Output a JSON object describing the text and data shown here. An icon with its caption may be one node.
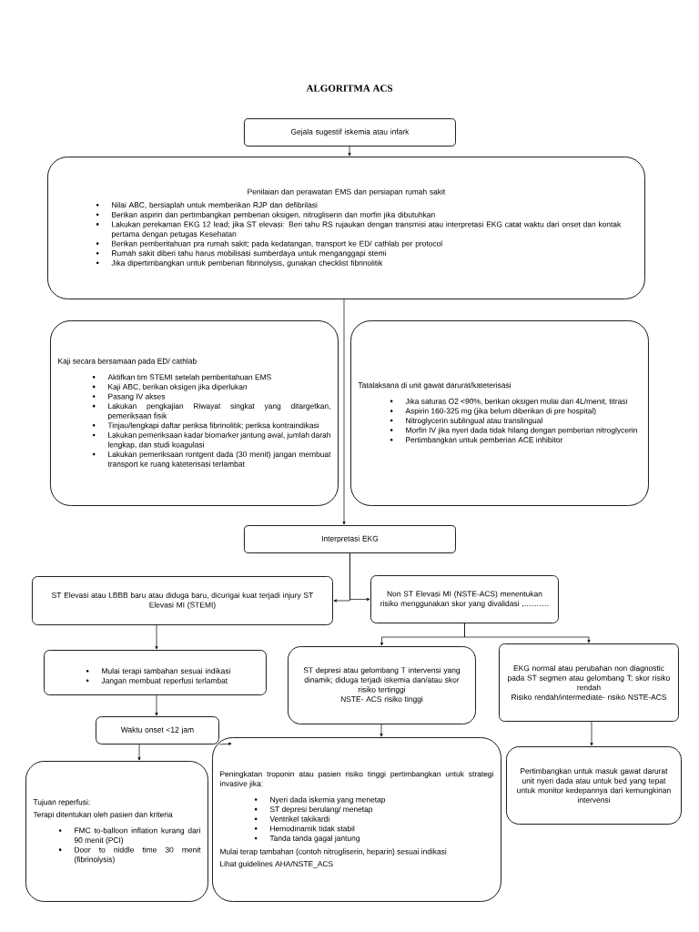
{
  "diagram": {
    "title": "ALGORITMA ACS",
    "nodes": [
      {
        "text": [
          "Gejala sugestif iskemia atau infark"
        ]
      },
      {
        "text": [
          "Penilaian dan perawatan EMS dan persiapan rumah sakit",
          "Nilai ABC, bersiaplah untuk memberikan RJP dan defibrilasi",
          "Berikan aspirin dan pertimbangkan pemberian oksigen, nitrogliserin dan morfin jika dibutuhkan",
          "Lakukan perekaman EKG 12 lead; jika ST elevasi: Beri tahu RS rujaukan dengan transmisi atau interpretasi EKG catat waktu dari onset dan kontak pertama dengan petugas Kesehatan",
          "Berikan pemberitahuan pra rumah sakit; pada kedatangan, transport ke ED/ cathlab per protocol",
          "Rumah sakit diberi tahu harus mobilisasi sumberdaya untuk menganggapi stemi",
          "Jika dipertimbangkan untuk pemberian fibrinolysis, gunakan checklist fibrinolitik"
        ]
      },
      {
        "text": [
          "Kaji secara bersamaan pada ED/ cathlab",
          "Aktifkan tim STEMI setelah pemberitahuan EMS",
          "Kaji ABC, berikan oksigen jika diperlukan",
          "Pasang IV akses",
          "Lakukan pengkajian Riwayat singkat yang ditargetkan, pemeriksaan fisik",
          "Tinjau/lengkapi daftar periksa fibrinolitik; periksa kontraindikasi",
          "Lakukan pemeriksaan kadar biomarker jantung awal, jumlah darah lengkap, dan studi koagulasi",
          "Lakukan pemeriksaan rontgent dada (30 menit) jangan membuat transport ke ruang kateterisasi terlambat"
        ]
      },
      {
        "text": [
          "Tatalaksana di unit gawat darurat/kateterisasi",
          "Jika saturas O2 <90%, berikan oksigen mulai dari 4L/menit, titrasi",
          "Aspirin 160-325 mg (jika belum diberikan di pre hospital)",
          "Nitroglycerin sublingual atau translingual",
          "Morfin IV jika nyeri dada tidak hilang dengan pemberian nitroglycerin",
          "Pertimbangkan untuk pemberian ACE inhibitor"
        ]
      },
      {
        "text": [
          "Interpretasi EKG"
        ]
      },
      {
        "text": [
          "ST Elevasi atau LBBB baru atau diduga baru, dicurigai kuat terjadi injury ST Elevasi MI (STEMI)"
        ]
      },
      {
        "text": [
          "Non ST Elevasi MI (NSTE-ACS) menentukan risiko menggunakan skor yang divalidasi ,………."
        ]
      },
      {
        "text": [
          "Mulai terapi tambahan sesuai indikasi",
          "Jangan membuat reperfusi terlambat"
        ]
      },
      {
        "text": [
          "ST depresi atau gelombang T intervensi yang dinamik; diduga terjadi iskemia dan/atau skor risiko tertinggi",
          "NSTE- ACS risiko tinggi"
        ]
      },
      {
        "text": [
          "EKG normal atau perubahan non diagnostic pada ST segmen atau gelombang T; skor risiko rendah",
          "Risiko rendah/intermediate- risiko NSTE-ACS"
        ]
      },
      {
        "text": [
          "Waktu onset <12 jam"
        ]
      },
      {
        "text": [
          "Tujuan reperfusi:",
          "Terapi ditentukan oleh pasien dan kriteria",
          "FMC to-balloon inflation kurang dari 90 menit (PCI)",
          "Door to niddle time 30 menit (fibrinolysis)"
        ]
      },
      {
        "text": [
          "Peningkatan troponin atau pasien risiko tinggi pertimbangkan untuk strategi invasive jika:",
          "Nyeri dada iskemia yang menetap",
          "ST depresi berulang/ menetap",
          "Ventrikel takikardi",
          "Hemodinamik tidak stabil",
          "Tanda tanda gagal jantung",
          "Mulai terap tambahan (contoh nitrogliserin, heparin) sesuai indikasi",
          "Lihat guidelines AHA/NSTE_ACS"
        ]
      },
      {
        "text": [
          "Pertimbangkan untuk masuk gawat darurat unit nyeri dada atau untuk bed yang tepat untuk monitor kedepannya dari kemungkinan intervensi"
        ]
      }
    ],
    "edges": [
      {
        "from": 0,
        "to": 1,
        "arrow": "to"
      },
      {
        "from": 1,
        "to": 4,
        "arrow": "to"
      },
      {
        "from": 4,
        "to": 5,
        "arrow": "to"
      },
      {
        "from": 4,
        "to": 6,
        "arrow": "to"
      },
      {
        "from": 5,
        "to": 7,
        "arrow": "to"
      },
      {
        "from": 6,
        "to": 8,
        "arrow": "to"
      },
      {
        "from": 6,
        "to": 9,
        "arrow": "to"
      },
      {
        "from": 7,
        "to": 10,
        "arrow": "to"
      },
      {
        "from": 10,
        "to": 11,
        "arrow": "to"
      },
      {
        "from": 10,
        "to": 12,
        "arrow": "to"
      },
      {
        "from": 8,
        "to": 12,
        "arrow": "to"
      },
      {
        "from": 9,
        "to": 13,
        "arrow": "to"
      }
    ]
  }
}
